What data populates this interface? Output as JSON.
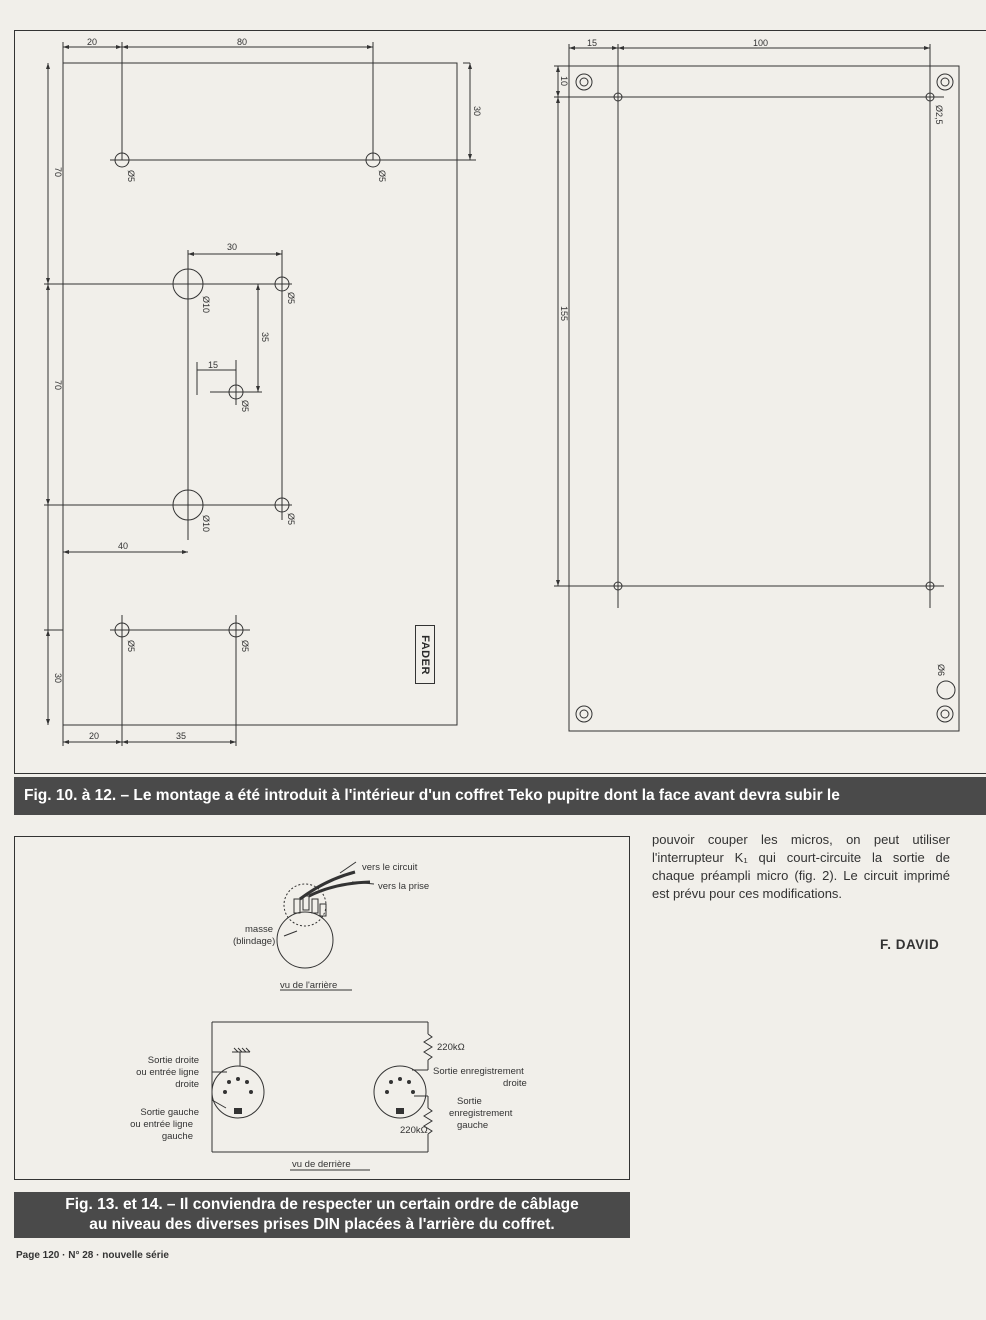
{
  "fig10": {
    "dims": {
      "top_left": "20",
      "top_right": "80",
      "right_30": "30",
      "left_70a": "70",
      "left_70b": "70",
      "left_30": "30",
      "mid_30": "30",
      "mid_15": "15",
      "mid_35": "35",
      "dim_40": "40",
      "bot_20": "20",
      "bot_35": "35"
    },
    "holes": {
      "d5": "Ø5",
      "d10": "Ø10"
    },
    "fader_label": "FADER"
  },
  "fig12": {
    "dims": {
      "top_15": "15",
      "top_100": "100",
      "side_10": "10",
      "side_155": "155"
    },
    "holes": {
      "d25": "Ø2,5",
      "d6": "Ø6"
    }
  },
  "fig13": {
    "vers_circuit": "vers le circuit",
    "vers_prise": "vers la prise",
    "masse_1": "masse",
    "masse_2": "(blindage)",
    "vu_arriere": "vu de l'arrière"
  },
  "fig14": {
    "sortie_droite_1": "Sortie droite",
    "sortie_droite_2": "ou entrée ligne",
    "sortie_droite_3": "droite",
    "sortie_gauche_1": "Sortie gauche",
    "sortie_gauche_2": "ou entrée ligne",
    "sortie_gauche_3": "gauche",
    "res_top": "220kΩ",
    "res_bot": "220kΩ",
    "enr_droite_1": "Sortie enregistrement",
    "enr_droite_2": "droite",
    "enr_gauche_1": "Sortie",
    "enr_gauche_2": "enregistrement",
    "enr_gauche_3": "gauche",
    "vu_derriere": "vu de derrière"
  },
  "caption1": "Fig. 10. à 12. – Le montage a été introduit à l'intérieur d'un coffret Teko pupitre dont la face avant devra subir le",
  "caption2_line1": "Fig. 13. et 14. – Il conviendra de respecter un certain ordre de câblage",
  "caption2_line2": "au niveau des diverses prises DIN placées à l'arrière du coffret.",
  "paragraph": "pouvoir couper les micros, on peut utiliser l'interrupteur K₁ qui court-circuite la sortie de chaque préampli micro (fig. 2). Le circuit imprimé est prévu pour ces modifications.",
  "author": "F. DAVID",
  "footer": "Page 120 · N° 28 · nouvelle série"
}
